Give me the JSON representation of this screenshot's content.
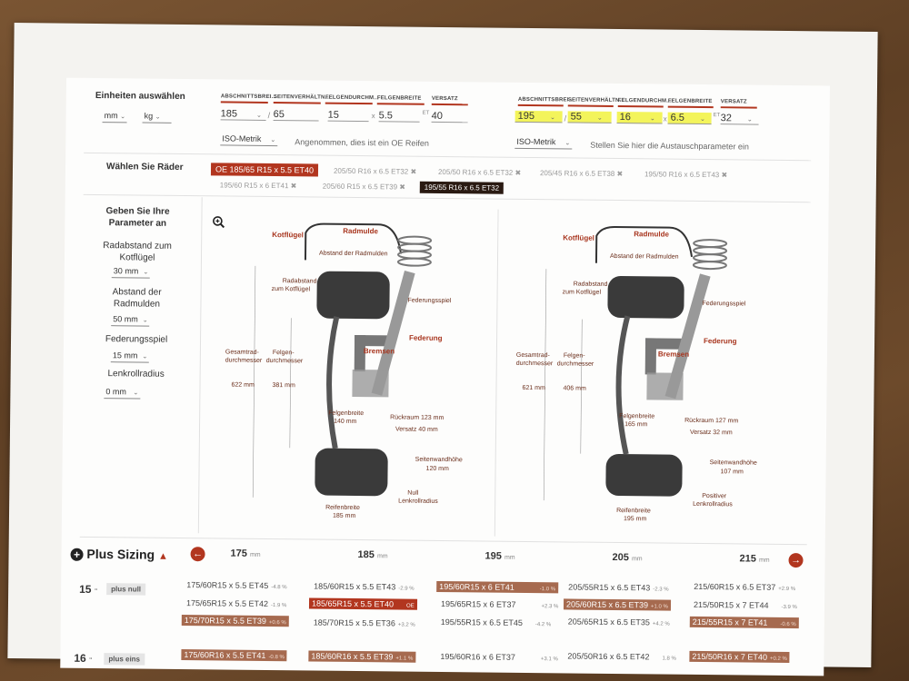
{
  "units": {
    "title": "Einheiten auswählen",
    "length": "mm",
    "weight": "kg"
  },
  "columns": {
    "h1": "ABSCHNITTSBREI...",
    "h2": "SEITENVERHÄLTN...",
    "h3": "FELGENDURCHM...",
    "h4": "FELGENBREITE",
    "h5": "VERSATZ"
  },
  "oe": {
    "w": "185",
    "ar": "65",
    "d": "15",
    "fw": "5.5",
    "et": "40",
    "metric": "ISO-Metrik",
    "note": "Angenommen, dies ist ein OE Reifen"
  },
  "alt": {
    "w": "195",
    "ar": "55",
    "d": "16",
    "fw": "6.5",
    "et": "32",
    "metric": "ISO-Metrik",
    "note": "Stellen Sie hier die Austauschparameter ein"
  },
  "wheels": {
    "title": "Wählen Sie Räder",
    "oe_chip": "OE 185/65 R15 x 5.5 ET40",
    "chips": [
      "205/50 R16 x 6.5 ET32",
      "205/50 R16 x 6.5 ET32",
      "205/45 R16 x 6.5 ET38",
      "195/50 R16 x 6.5 ET43",
      "195/60 R15 x 6 ET41",
      "205/60 R15 x 6.5 ET39"
    ],
    "selected": "195/55 R16 x 6.5 ET32"
  },
  "params": {
    "title": "Geben Sie Ihre Parameter an",
    "p1": "Radabstand zum Kotflügel",
    "v1": "30 mm",
    "p2": "Abstand der Radmulden",
    "v2": "50 mm",
    "p3": "Federungsspiel",
    "v3": "15 mm",
    "p4": "Lenkrollradius",
    "v4": "0 mm"
  },
  "diagram": {
    "kotfluegel": "Kotflügel",
    "radmulde": "Radmulde",
    "abstand_radmulden": "Abstand der Radmulden",
    "radabstand": "Radabstand",
    "zum_kotfluegel": "zum Kotflügel",
    "federungsspiel": "Federungsspiel",
    "federung": "Federung",
    "bremsen": "Bremsen",
    "gesamt": "Gesamtrad-",
    "durchmesser": "durchmesser",
    "felgen": "Felgen-",
    "felgenbreite": "Felgenbreite",
    "rueckraum": "Rückraum",
    "versatz": "Versatz",
    "seitenwand": "Seitenwandhöhe",
    "reifenbreite": "Reifenbreite",
    "left": {
      "total": "622 mm",
      "rim": "381 mm",
      "rimw": "140 mm",
      "back": "Rückraum 123 mm",
      "off": "Versatz 40 mm",
      "side": "120 mm",
      "tyre": "185 mm",
      "scrub1": "Null",
      "scrub2": "Lenkrollradius"
    },
    "right": {
      "total": "621 mm",
      "rim": "406 mm",
      "rimw": "165 mm",
      "back": "Rückraum 127 mm",
      "off": "Versatz 32 mm",
      "side": "107 mm",
      "tyre": "195 mm",
      "scrub1": "Positiver",
      "scrub2": "Lenkrollradius"
    }
  },
  "plus": {
    "title": "Plus Sizing",
    "widths": [
      "175",
      "185",
      "195",
      "205",
      "215"
    ],
    "unit": "mm",
    "r15": {
      "label": "15",
      "unit": "\"",
      "badge": "plus null"
    },
    "r16": {
      "label": "16",
      "unit": "\"",
      "badge": "plus eins"
    },
    "c175": [
      [
        "175/60R15 x 5.5 ET45",
        "-4.8 %"
      ],
      [
        "175/65R15 x 5.5 ET42",
        "-1.9 %"
      ],
      [
        "175/70R15 x 5.5 ET39",
        "+0.6 %"
      ],
      [
        "175/60R16 x 5.5 ET41",
        "-0.8 %"
      ]
    ],
    "c185": [
      [
        "185/60R15 x 5.5 ET43",
        "-2.9 %"
      ],
      [
        "185/65R15 x 5.5 ET40",
        "OE"
      ],
      [
        "185/70R15 x 5.5 ET36",
        "+3.2 %"
      ],
      [
        "185/60R16 x 5.5 ET39",
        "+1.1 %"
      ]
    ],
    "c195": [
      [
        "195/60R15 x 6 ET41",
        "-1.0 %"
      ],
      [
        "195/65R15 x 6 ET37",
        "+2.3 %"
      ],
      [
        "195/55R15 x 6.5 ET45",
        "-4.2 %"
      ],
      [
        "195/60R16 x 6 ET37",
        "+3.1 %"
      ]
    ],
    "c205": [
      [
        "205/55R15 x 6.5 ET43",
        "-2.3 %"
      ],
      [
        "205/60R15 x 6.5 ET39",
        "+1.0 %"
      ],
      [
        "205/65R15 x 6.5 ET35",
        "+4.2 %"
      ],
      [
        "205/50R16 x 6.5 ET42",
        "1.8 %"
      ]
    ],
    "c215": [
      [
        "215/60R15 x 6.5 ET37",
        "+2.9 %"
      ],
      [
        "215/50R15 x 7 ET44",
        "-3.9 %"
      ],
      [
        "215/55R15 x 7 ET41",
        "-0.6 %"
      ],
      [
        "215/50R16 x 7 ET40",
        "+0.2 %"
      ]
    ]
  }
}
